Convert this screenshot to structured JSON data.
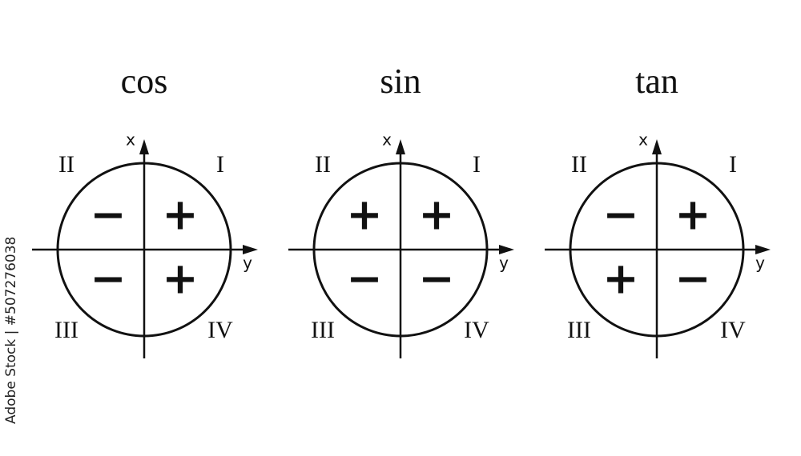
{
  "diagrams": [
    {
      "title": "cos",
      "x_axis_label": "x",
      "y_axis_label": "y",
      "quadrants": {
        "I": {
          "label": "I",
          "sign": "+"
        },
        "II": {
          "label": "II",
          "sign": "−"
        },
        "III": {
          "label": "III",
          "sign": "−"
        },
        "IV": {
          "label": "IV",
          "sign": "+"
        }
      }
    },
    {
      "title": "sin",
      "x_axis_label": "x",
      "y_axis_label": "y",
      "quadrants": {
        "I": {
          "label": "I",
          "sign": "+"
        },
        "II": {
          "label": "II",
          "sign": "+"
        },
        "III": {
          "label": "III",
          "sign": "−"
        },
        "IV": {
          "label": "IV",
          "sign": "−"
        }
      }
    },
    {
      "title": "tan",
      "x_axis_label": "x",
      "y_axis_label": "y",
      "quadrants": {
        "I": {
          "label": "I",
          "sign": "+"
        },
        "II": {
          "label": "II",
          "sign": "−"
        },
        "III": {
          "label": "III",
          "sign": "+"
        },
        "IV": {
          "label": "IV",
          "sign": "−"
        }
      }
    }
  ],
  "stock_id": "Adobe Stock | #507276038",
  "colors": {
    "ink": "#111111",
    "background": "#ffffff"
  }
}
